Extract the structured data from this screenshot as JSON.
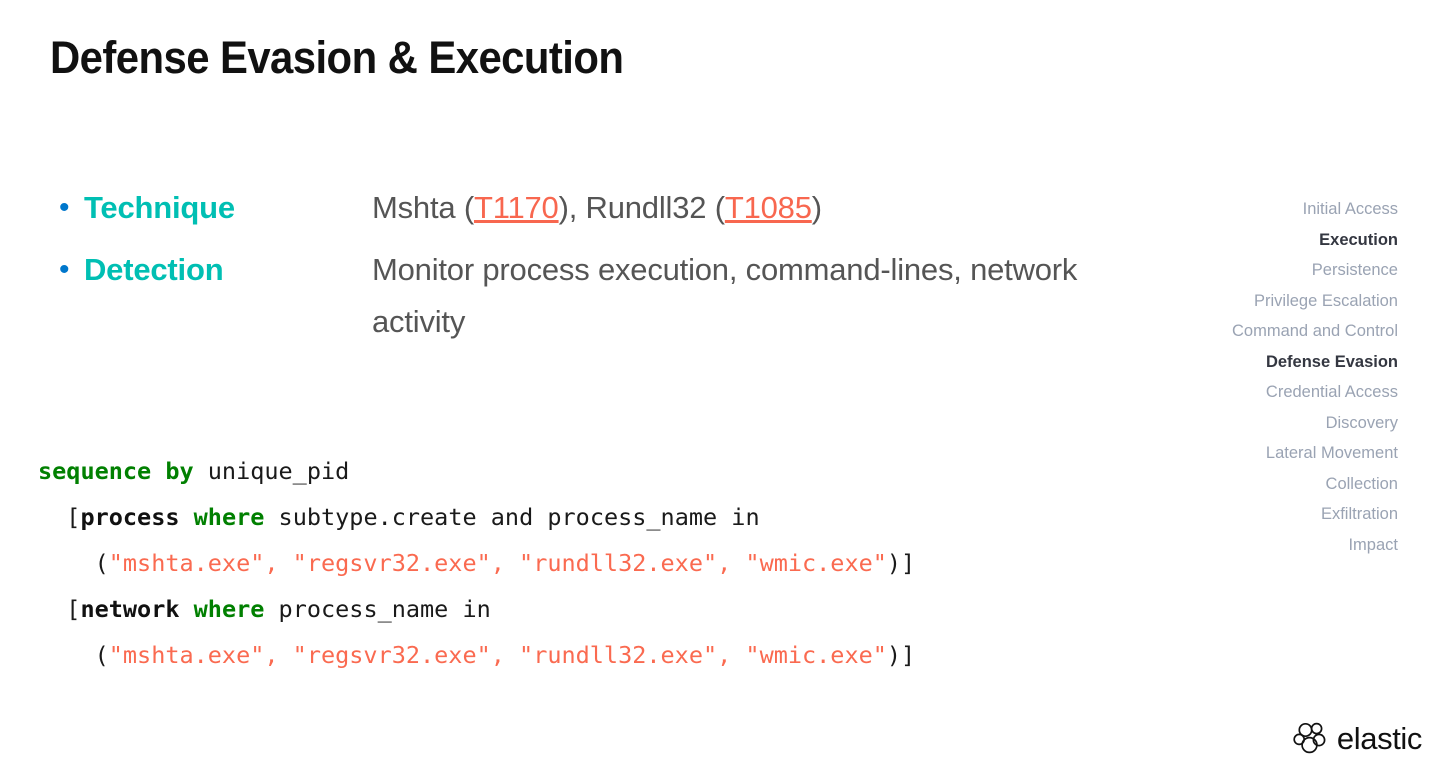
{
  "slide": {
    "title": "Defense Evasion & Execution",
    "background": "#ffffff"
  },
  "colors": {
    "accent_teal": "#00bfb3",
    "bullet_blue": "#0077cc",
    "link_orange": "#f8674f",
    "body_gray": "#555555",
    "code_keyword_green": "#018001",
    "code_string_orange": "#fa6a50",
    "tactic_inactive": "#9aa3b3",
    "tactic_active": "#343741"
  },
  "bullets": [
    {
      "marker": "•",
      "label": "Technique",
      "value_prefix": "Mshta (",
      "link1": "T1170",
      "value_middle": "), Rundll32 (",
      "link2": "T1085",
      "value_suffix": ")"
    },
    {
      "marker": "•",
      "label": "Detection",
      "value": "Monitor process execution, command-lines, network activity"
    }
  ],
  "code": {
    "language": "EQL",
    "lines": [
      [
        {
          "t": "sequence",
          "c": "kw"
        },
        {
          "t": " ",
          "c": "plain"
        },
        {
          "t": "by",
          "c": "kw"
        },
        {
          "t": " unique_pid",
          "c": "plain"
        }
      ],
      [
        {
          "t": "  [",
          "c": "plain"
        },
        {
          "t": "process",
          "c": "evt"
        },
        {
          "t": " ",
          "c": "plain"
        },
        {
          "t": "where",
          "c": "kw"
        },
        {
          "t": " subtype.create and process_name in",
          "c": "plain"
        }
      ],
      [
        {
          "t": "    (",
          "c": "plain"
        },
        {
          "t": "\"mshta.exe\", \"regsvr32.exe\", \"rundll32.exe\", \"wmic.exe\"",
          "c": "str"
        },
        {
          "t": ")]",
          "c": "plain"
        }
      ],
      [
        {
          "t": "  [",
          "c": "plain"
        },
        {
          "t": "network",
          "c": "evt"
        },
        {
          "t": " ",
          "c": "plain"
        },
        {
          "t": "where",
          "c": "kw"
        },
        {
          "t": " process_name in",
          "c": "plain"
        }
      ],
      [
        {
          "t": "    (",
          "c": "plain"
        },
        {
          "t": "\"mshta.exe\", \"regsvr32.exe\", \"rundll32.exe\", \"wmic.exe\"",
          "c": "str"
        },
        {
          "t": ")]",
          "c": "plain"
        }
      ]
    ]
  },
  "tactics": [
    {
      "label": "Initial Access",
      "active": false
    },
    {
      "label": "Execution",
      "active": true
    },
    {
      "label": "Persistence",
      "active": false
    },
    {
      "label": "Privilege Escalation",
      "active": false
    },
    {
      "label": "Command and Control",
      "active": false
    },
    {
      "label": "Defense Evasion",
      "active": true
    },
    {
      "label": "Credential Access",
      "active": false
    },
    {
      "label": "Discovery",
      "active": false
    },
    {
      "label": "Lateral Movement",
      "active": false
    },
    {
      "label": "Collection",
      "active": false
    },
    {
      "label": "Exfiltration",
      "active": false
    },
    {
      "label": "Impact",
      "active": false
    }
  ],
  "logo": {
    "mark": "elastic-cluster-icon",
    "wordmark": "elastic"
  }
}
